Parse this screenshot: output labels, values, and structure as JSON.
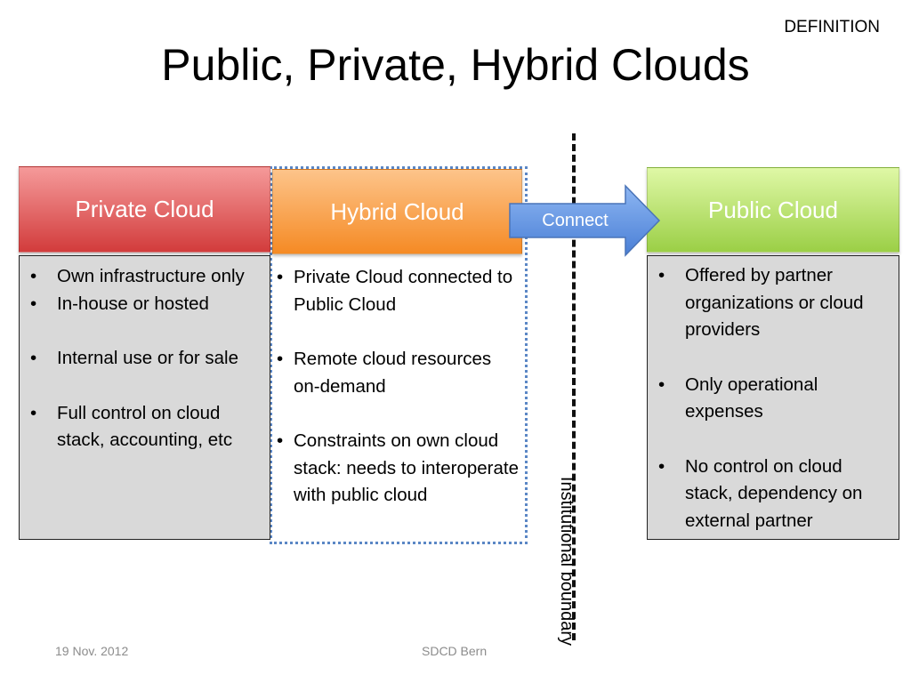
{
  "slide": {
    "tag": "DEFINITION",
    "title": "Public, Private, Hybrid Clouds"
  },
  "private_cloud": {
    "title": "Private Cloud",
    "items": [
      "Own infrastructure only",
      "In-house or hosted",
      "Internal use or for sale",
      "Full control on cloud stack, accounting, etc"
    ]
  },
  "hybrid_cloud": {
    "title": "Hybrid Cloud",
    "items": [
      "Private Cloud connected to Public Cloud",
      "Remote cloud resources on-demand",
      "Constraints on own cloud stack: needs to interoperate with public cloud"
    ]
  },
  "public_cloud": {
    "title": "Public Cloud",
    "items": [
      "Offered by partner organizations or cloud providers",
      "Only operational expenses",
      "No control on cloud stack, dependency on external partner"
    ]
  },
  "connector": {
    "label": "Connect"
  },
  "boundary": {
    "label": "Institutional boundary"
  },
  "footer": {
    "date": "19 Nov. 2012",
    "org": "SDCD Bern"
  },
  "colors": {
    "private": "#d23c3c",
    "hybrid": "#f58a24",
    "public": "#9bcf46",
    "connector": "#5b8fe0",
    "body_box": "#d9d9d9"
  }
}
